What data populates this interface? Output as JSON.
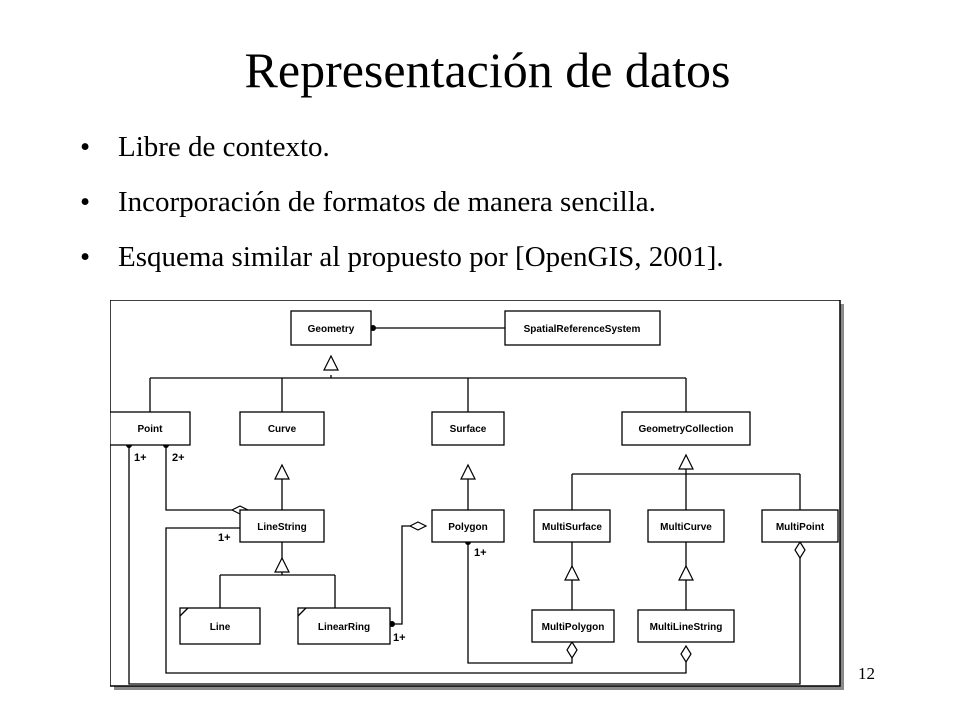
{
  "slide": {
    "title": "Representación de datos",
    "bullets": [
      "Libre de contexto.",
      "Incorporación de formatos de manera sencilla.",
      "Esquema similar al propuesto por [OpenGIS, 2001]."
    ],
    "bullet_symbol": "•",
    "page_number": "12"
  },
  "diagram": {
    "nodes": {
      "geometry": "Geometry",
      "srs": "SpatialReferenceSystem",
      "point": "Point",
      "curve": "Curve",
      "surface": "Surface",
      "geometry_collection": "GeometryCollection",
      "linestring": "LineString",
      "polygon": "Polygon",
      "multisurface": "MultiSurface",
      "multicurve": "MultiCurve",
      "multipoint": "MultiPoint",
      "line": "Line",
      "linearring": "LinearRing",
      "multipolygon": "MultiPolygon",
      "multilinestring": "MultiLineString"
    },
    "multiplicities": {
      "point_left": "1+",
      "point_right": "2+",
      "linestring": "1+",
      "polygon": "1+",
      "linearring": "1+"
    }
  }
}
